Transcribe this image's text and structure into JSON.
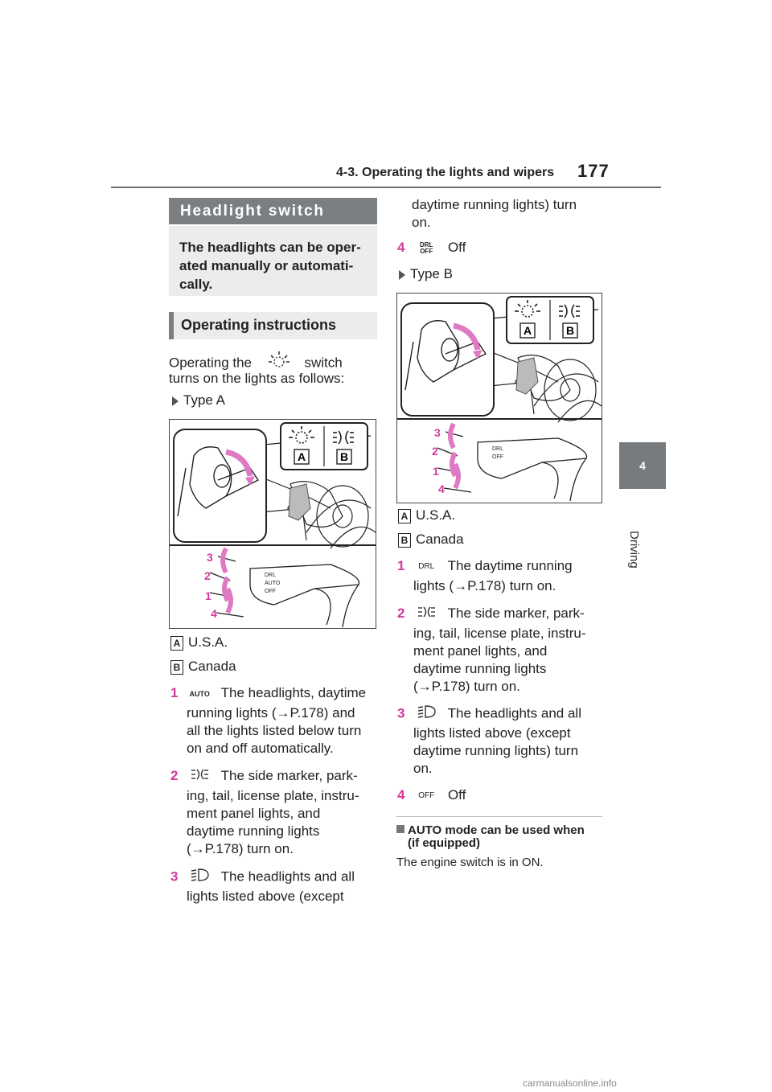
{
  "header": {
    "section": "4-3. Operating the lights and wipers",
    "page_number": "177"
  },
  "side_tab": {
    "chapter_number": "4",
    "chapter_name": "Driving"
  },
  "left": {
    "heading": "Headlight switch",
    "intro": [
      "The headlights can be oper-",
      "ated manually or automati-",
      "cally."
    ],
    "subheading": "Operating instructions",
    "operating_line1_pre": "Operating the",
    "operating_line1_post": "switch",
    "operating_line2": "turns on the lights as follows:",
    "type_a": "Type A",
    "fig_a": {
      "label_a": "A",
      "label_b": "B",
      "pos3": "3",
      "pos2": "2",
      "pos1": "1",
      "pos4": "4"
    },
    "legend_a_letter": "A",
    "legend_a_text": "U.S.A.",
    "legend_b_letter": "B",
    "legend_b_text": "Canada",
    "items": [
      {
        "num": "1",
        "icon": "auto-icon",
        "icon_text": "AUTO",
        "lines": [
          "The headlights, daytime",
          "running lights (→P.178) and",
          "all the lights listed below turn",
          "on and off automatically."
        ]
      },
      {
        "num": "2",
        "icon": "side-marker-icon",
        "lines": [
          "The side marker, park-",
          "ing, tail, license plate, instru-",
          "ment panel lights, and",
          "daytime running lights",
          "(→P.178) turn on."
        ]
      },
      {
        "num": "3",
        "icon": "headlight-icon",
        "lines": [
          "The headlights and all",
          "lights listed above (except"
        ]
      }
    ]
  },
  "right": {
    "cont_lines": [
      "daytime running lights) turn",
      "on."
    ],
    "item4_num": "4",
    "item4_icon_top": "DRL",
    "item4_icon_bottom": "OFF",
    "item4_text": "Off",
    "type_b": "Type B",
    "fig_b": {
      "label_a": "A",
      "label_b": "B",
      "pos3": "3",
      "pos2": "2",
      "pos1": "1",
      "pos4": "4"
    },
    "legend_a_letter": "A",
    "legend_a_text": "U.S.A.",
    "legend_b_letter": "B",
    "legend_b_text": "Canada",
    "items": [
      {
        "num": "1",
        "icon": "drl-icon",
        "icon_text": "DRL",
        "lines": [
          "The daytime running",
          "lights (→P.178) turn on."
        ]
      },
      {
        "num": "2",
        "icon": "side-marker-icon",
        "lines": [
          "The side marker, park-",
          "ing, tail, license plate, instru-",
          "ment panel lights, and",
          "daytime running lights",
          "(→P.178) turn on."
        ]
      },
      {
        "num": "3",
        "icon": "headlight-icon",
        "lines": [
          "The headlights and all",
          "lights listed above (except",
          "daytime running lights) turn",
          "on."
        ]
      },
      {
        "num": "4",
        "icon": "off-icon",
        "icon_text": "OFF",
        "lines": [
          "Off"
        ]
      }
    ],
    "note_heading_line1": "AUTO mode can be used when",
    "note_heading_line2": "(if equipped)",
    "note_body": "The engine switch is in ON."
  },
  "footer": {
    "watermark": "carmanualsonline.info"
  },
  "colors": {
    "accent_number": "#d2399d",
    "heading_bg": "#7b7f82",
    "panel_bg": "#ebecec",
    "arrow_pink": "#e079c4"
  }
}
